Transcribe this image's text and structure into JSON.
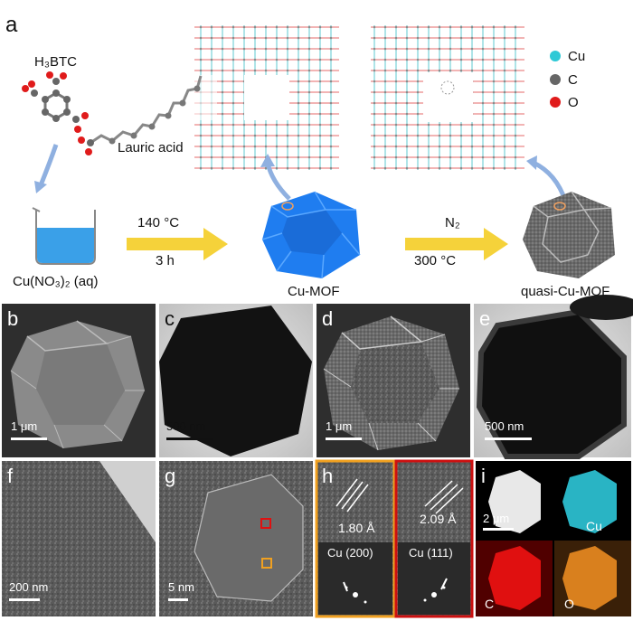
{
  "panel_a": {
    "letter": "a",
    "h3btc": "H₃BTC",
    "lauric": "Lauric acid",
    "cuno3": "Cu(NO₃)₂ (aq)",
    "step1_temp": "140 °C",
    "step1_time": "3 h",
    "step2_gas": "N₂",
    "step2_temp": "300 °C",
    "cu_mof": "Cu-MOF",
    "quasi": "quasi-Cu-MOF",
    "legend": [
      {
        "label": "Cu",
        "color": "#2ec9d6"
      },
      {
        "label": "C",
        "color": "#666666"
      },
      {
        "label": "O",
        "color": "#e01b1b"
      }
    ]
  },
  "panels": {
    "b": {
      "letter": "b",
      "scale": "1 μm"
    },
    "c": {
      "letter": "c",
      "scale": "500 nm"
    },
    "d": {
      "letter": "d",
      "scale": "1 μm"
    },
    "e": {
      "letter": "e",
      "scale": "500 nm"
    },
    "f": {
      "letter": "f",
      "scale": "200 nm"
    },
    "g": {
      "letter": "g",
      "scale": "5 nm"
    },
    "h": {
      "letter": "h",
      "d1": "1.80 Å",
      "d2": "2.09 Å",
      "fft1": "Cu (200)",
      "fft2": "Cu (111)"
    },
    "i": {
      "letter": "i",
      "scale": "2 μm",
      "maps": [
        "Cu",
        "C",
        "O"
      ]
    }
  },
  "colors": {
    "arrow_yellow": "#f5d23a",
    "arrow_blue": "#8fb0e0",
    "mof_blue": "#1f7df0",
    "map_cu": "#29b4c4",
    "map_c": "#e01010",
    "map_o": "#d9801e",
    "frame_orange": "#f0a020",
    "frame_red": "#cc1010"
  }
}
